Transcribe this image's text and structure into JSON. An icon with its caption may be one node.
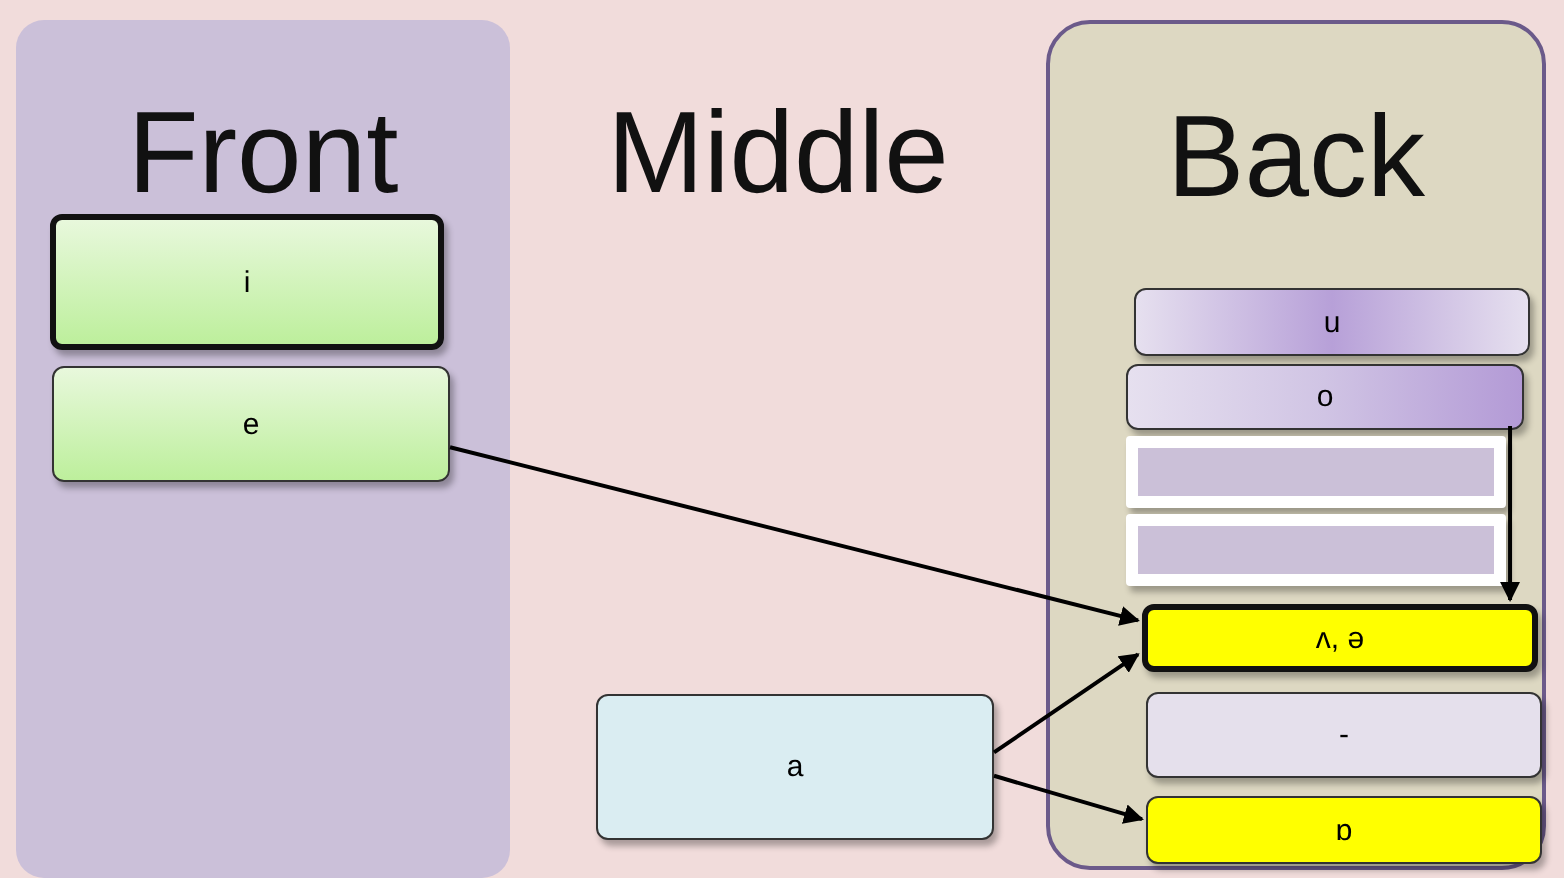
{
  "diagram": {
    "nodes": [
      {
        "text": [
          "Front"
        ]
      },
      {
        "text": [
          "Middle"
        ]
      },
      {
        "text": [
          "Back"
        ]
      },
      {
        "text": [
          "i"
        ],
        "in": 0
      },
      {
        "text": [
          "e"
        ],
        "in": 0
      },
      {
        "text": [
          "a"
        ],
        "in": 1
      },
      {
        "text": [
          "u"
        ],
        "in": 2
      },
      {
        "text": [
          "o"
        ],
        "in": 2
      },
      {
        "text": [],
        "shape": "box",
        "in": 2
      },
      {
        "text": [],
        "shape": "box",
        "in": 2
      },
      {
        "text": [
          "ʌ, ə"
        ],
        "in": 2
      },
      {
        "text": [
          "-"
        ],
        "in": 2
      },
      {
        "text": [
          "ɒ"
        ],
        "in": 2
      }
    ],
    "edges": [
      {
        "from": 4,
        "to": 10,
        "arrow": "to"
      },
      {
        "from": 5,
        "to": 10,
        "arrow": "to"
      },
      {
        "from": 5,
        "to": 12,
        "arrow": "to"
      },
      {
        "from": 7,
        "to": 10,
        "arrow": "to"
      }
    ]
  }
}
